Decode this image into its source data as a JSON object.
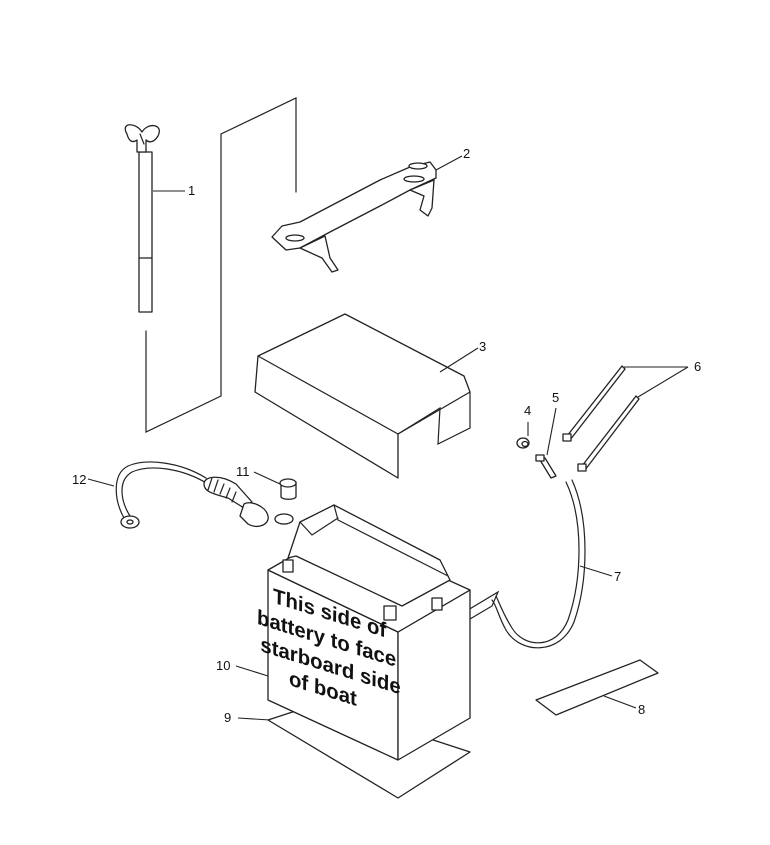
{
  "callouts": [
    "1",
    "2",
    "3",
    "4",
    "5",
    "6",
    "7",
    "8",
    "9",
    "10",
    "11",
    "12"
  ],
  "battery_label": [
    "This side of",
    "battery to face",
    "starboard side",
    "of boat"
  ]
}
